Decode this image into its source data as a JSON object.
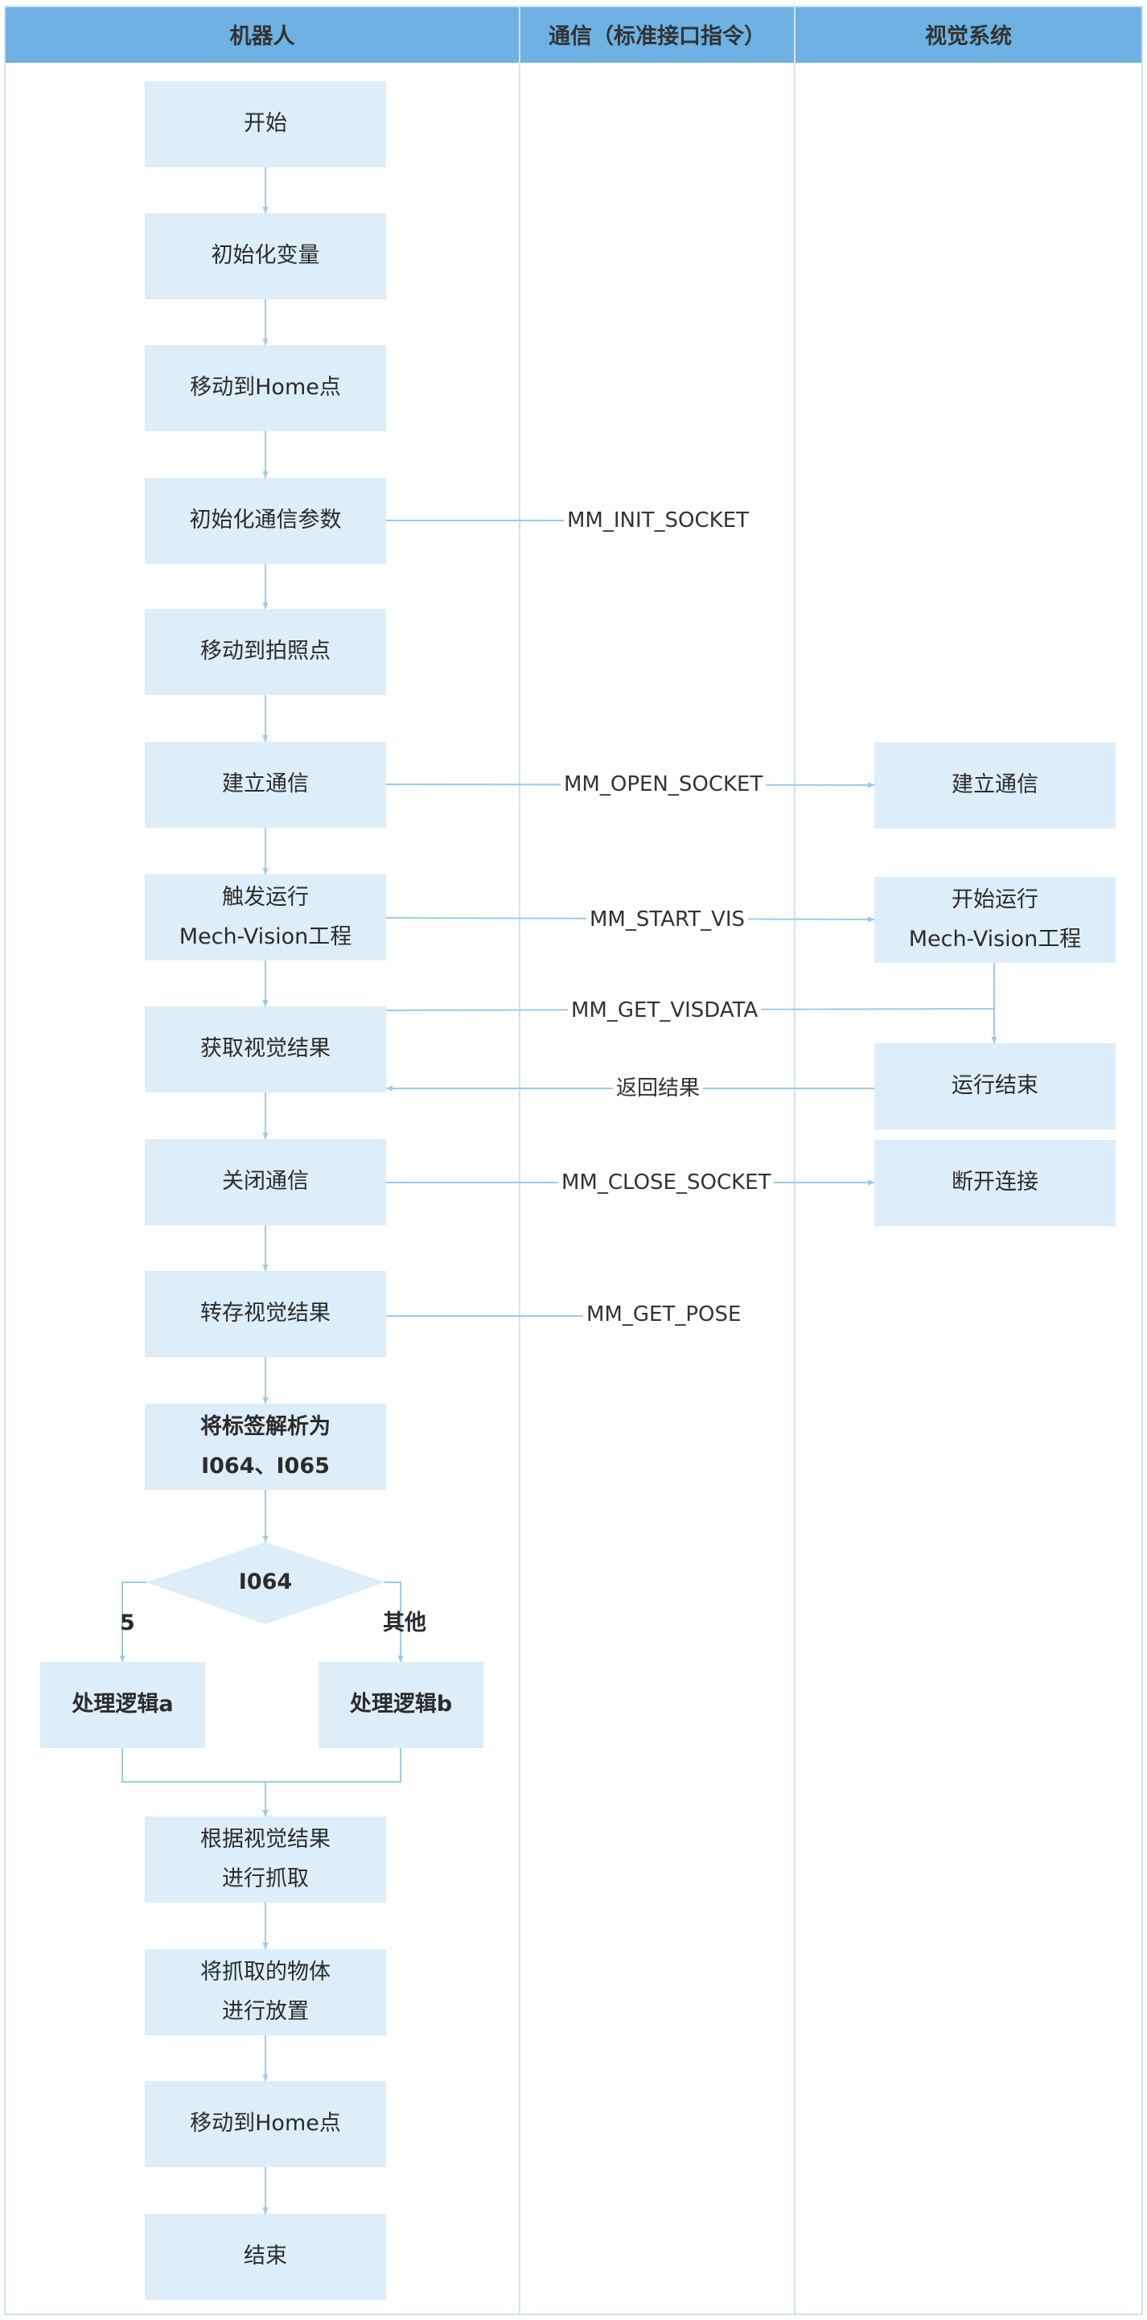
{
  "lanes": {
    "robot": "机器人",
    "comm": "通信（标准接口指令）",
    "vision": "视觉系统"
  },
  "robot_steps": {
    "start": [
      "开始"
    ],
    "init_vars": [
      "初始化变量"
    ],
    "move_home": [
      "移动到Home点"
    ],
    "init_comm": [
      "初始化通信参数"
    ],
    "move_photo": [
      "移动到拍照点"
    ],
    "establish": [
      "建立通信"
    ],
    "trigger": [
      "触发运行",
      "Mech-Vision工程"
    ],
    "get_result": [
      "获取视觉结果"
    ],
    "close": [
      "关闭通信"
    ],
    "save": [
      "转存视觉结果"
    ],
    "parse": [
      "将标签解析为",
      "I064、I065"
    ],
    "logic_a": [
      "处理逻辑a"
    ],
    "logic_b": [
      "处理逻辑b"
    ],
    "pick": [
      "根据视觉结果",
      "进行抓取"
    ],
    "place": [
      "将抓取的物体",
      "进行放置"
    ],
    "move_home2": [
      "移动到Home点"
    ],
    "end": [
      "结束"
    ]
  },
  "decision": {
    "label": "I064",
    "branch_left": "5",
    "branch_right": "其他"
  },
  "vision_steps": {
    "establish": [
      "建立通信"
    ],
    "start_run": [
      "开始运行",
      "Mech-Vision工程"
    ],
    "run_end": [
      "运行结束"
    ],
    "disconnect": [
      "断开连接"
    ]
  },
  "commands": {
    "init_socket": "MM_INIT_SOCKET",
    "open_socket": "MM_OPEN_SOCKET",
    "start_vis": "MM_START_VIS",
    "get_visdata": "MM_GET_VISDATA",
    "return_result": "返回结果",
    "close_socket": "MM_CLOSE_SOCKET",
    "get_pose": "MM_GET_POSE"
  },
  "colors": {
    "header": "#6eb1e2",
    "box": "#ddedf9",
    "connector": "#9fcbe8",
    "lane_border": "#d3e3ef"
  }
}
